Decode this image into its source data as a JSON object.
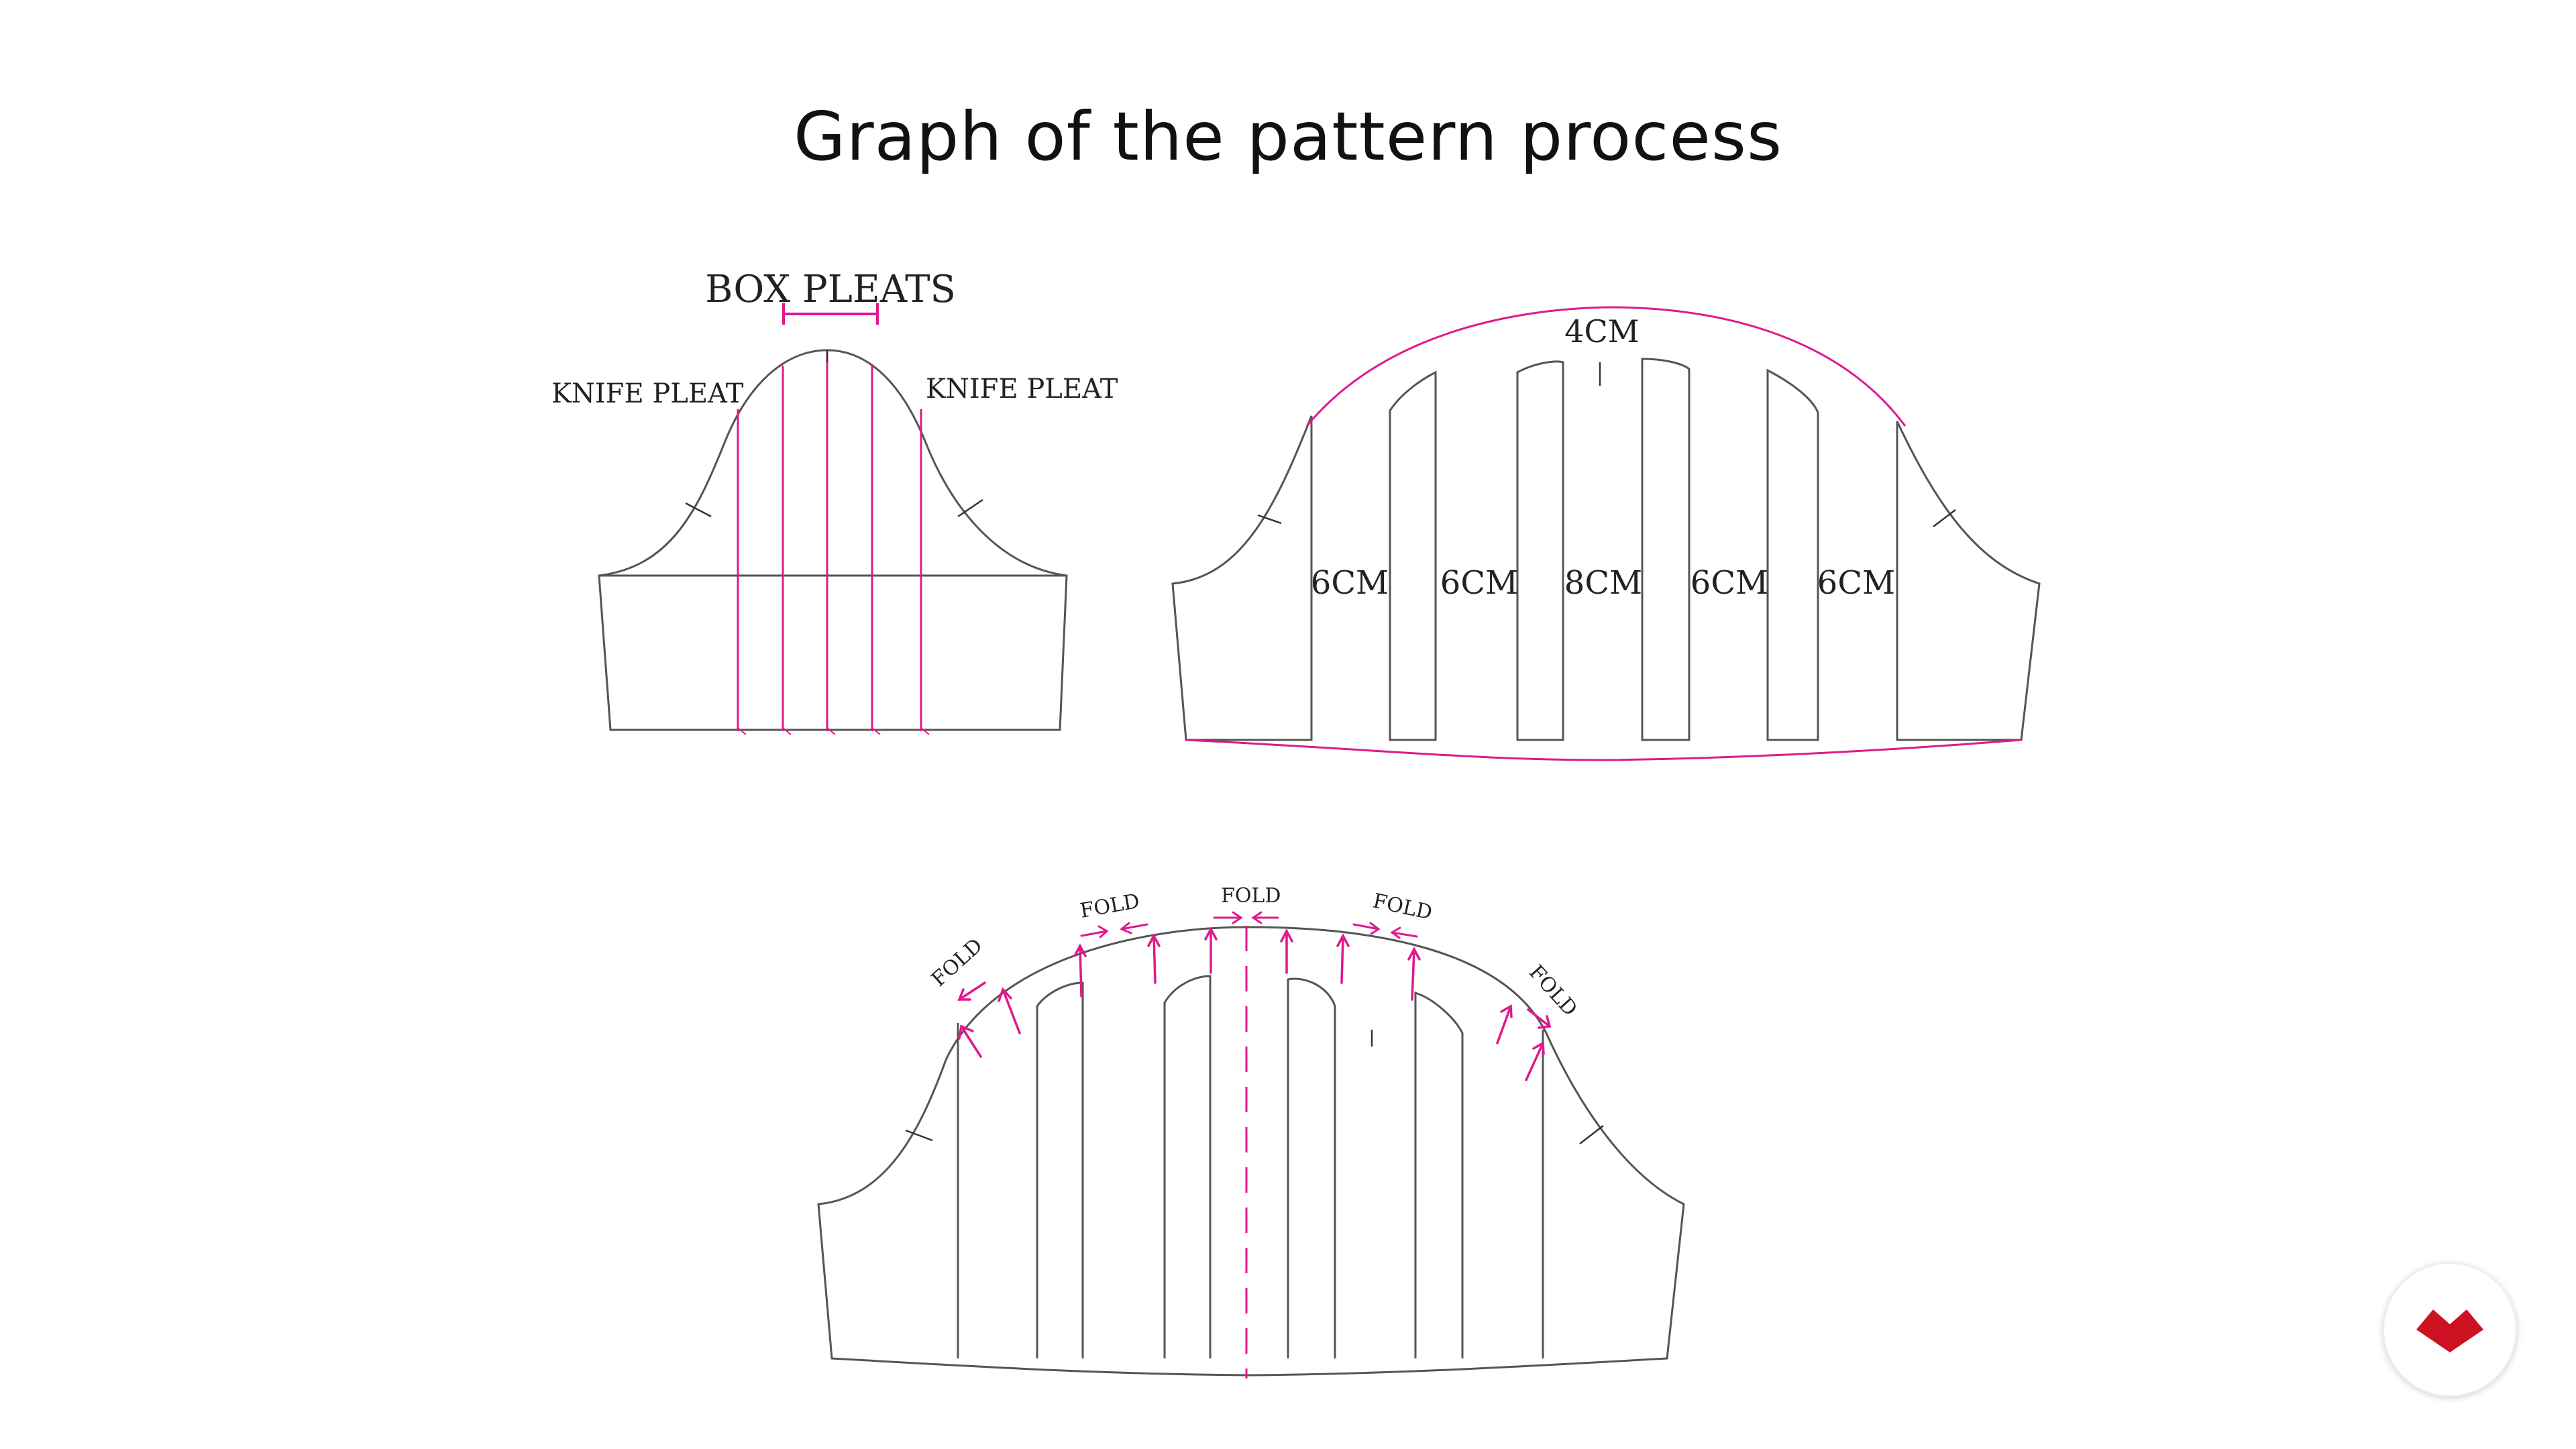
{
  "slide": {
    "title": "Graph of the pattern process"
  },
  "diagram1": {
    "box_pleats": "BOX PLEATS",
    "knife_pleat_left": "KNIFE PLEAT",
    "knife_pleat_right": "KNIFE PLEAT"
  },
  "diagram2": {
    "top_gap": "4CM",
    "gaps": [
      "6CM",
      "6CM",
      "8CM",
      "6CM",
      "6CM"
    ]
  },
  "diagram3": {
    "fold_labels": [
      "FOLD",
      "FOLD",
      "FOLD",
      "FOLD",
      "FOLD"
    ]
  },
  "colors": {
    "accent_pink": "#e0198c",
    "line": "#555555",
    "logo_red": "#cc1122"
  },
  "logo": {
    "icon": "domestika-logo-icon"
  }
}
